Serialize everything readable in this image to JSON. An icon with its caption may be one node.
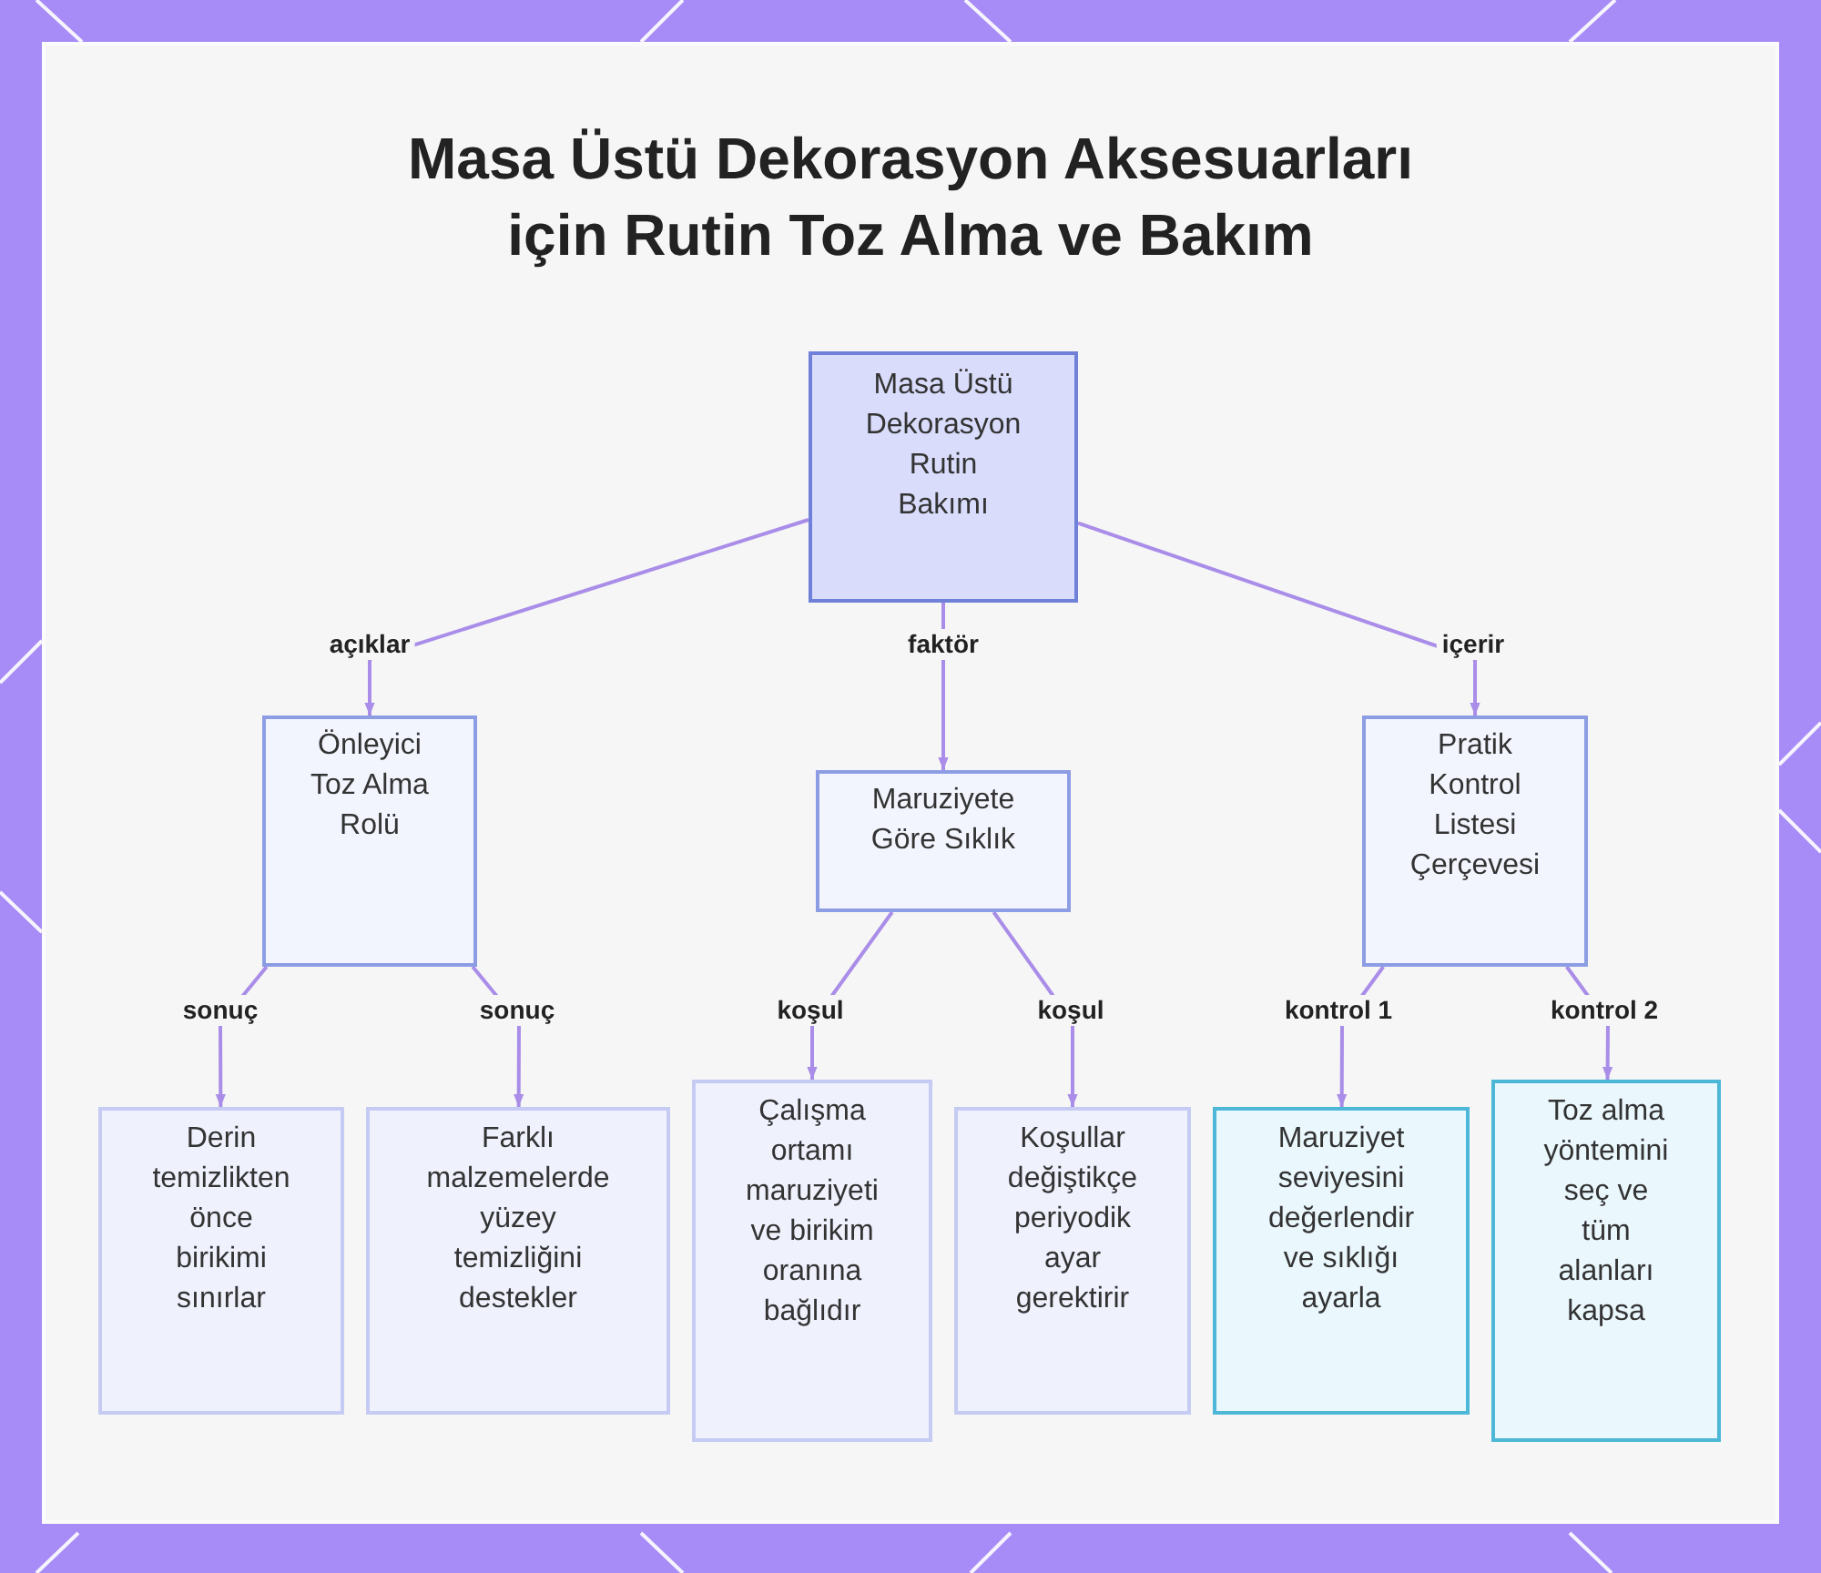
{
  "diagram": {
    "title": "Masa Üstü Dekorasyon Aksesuarları için Rutin Toz Alma ve Bakım",
    "nodes": [
      {
        "text": [
          "Masa Üstü Dekorasyon Rutin Bakımı"
        ]
      },
      {
        "text": [
          "Önleyici Toz Alma Rolü"
        ]
      },
      {
        "text": [
          "Maruziyete Göre Sıklık"
        ]
      },
      {
        "text": [
          "Pratik Kontrol Listesi Çerçevesi"
        ]
      },
      {
        "text": [
          "Derin temizlikten önce birikimi sınırlar"
        ]
      },
      {
        "text": [
          "Farklı malzemelerde yüzey temizliğini destekler"
        ]
      },
      {
        "text": [
          "Çalışma ortamı maruziyeti ve birikim oranına bağlıdır"
        ]
      },
      {
        "text": [
          "Koşullar değiştikçe periyodik ayar gerektirir"
        ]
      },
      {
        "text": [
          "Maruziyet seviyesini değerlendir ve sıklığı ayarla"
        ]
      },
      {
        "text": [
          "Toz alma yöntemini seç ve tüm alanları kapsa"
        ]
      }
    ],
    "edges": [
      {
        "from": 0,
        "to": 1,
        "arrow": "to",
        "label": "açıklar"
      },
      {
        "from": 0,
        "to": 2,
        "arrow": "to",
        "label": "faktör"
      },
      {
        "from": 0,
        "to": 3,
        "arrow": "to",
        "label": "içerir"
      },
      {
        "from": 1,
        "to": 4,
        "arrow": "to",
        "label": "sonuç"
      },
      {
        "from": 1,
        "to": 5,
        "arrow": "to",
        "label": "sonuç"
      },
      {
        "from": 2,
        "to": 6,
        "arrow": "to",
        "label": "koşul"
      },
      {
        "from": 2,
        "to": 7,
        "arrow": "to",
        "label": "koşul"
      },
      {
        "from": 3,
        "to": 8,
        "arrow": "to",
        "label": "kontrol 1"
      },
      {
        "from": 3,
        "to": 9,
        "arrow": "to",
        "label": "kontrol 2"
      }
    ]
  }
}
